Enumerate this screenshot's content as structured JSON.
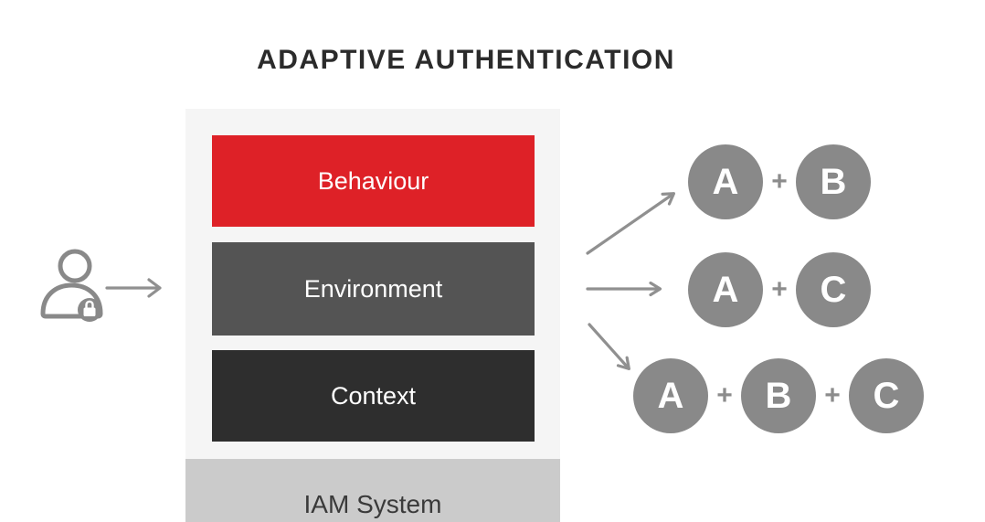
{
  "title": "ADAPTIVE AUTHENTICATION",
  "user": {
    "icon": "user-lock-icon"
  },
  "flow": {
    "plus_sign": "+"
  },
  "stack": {
    "layers": [
      {
        "id": "behaviour",
        "label": "Behaviour",
        "color": "#DE2127"
      },
      {
        "id": "environment",
        "label": "Environment",
        "color": "#545454"
      },
      {
        "id": "context",
        "label": "Context",
        "color": "#2E2E2E"
      }
    ],
    "base_label": "IAM System"
  },
  "combinations": [
    {
      "factors": [
        "A",
        "B"
      ]
    },
    {
      "factors": [
        "A",
        "C"
      ]
    },
    {
      "factors": [
        "A",
        "B",
        "C"
      ]
    }
  ],
  "colors": {
    "behaviour_red": "#DE2127",
    "environment_gray": "#545454",
    "context_dark": "#2E2E2E",
    "stack_background": "#F5F5F5",
    "iam_bar": "#CBCBCB",
    "factor_circle": "#898989",
    "arrow": "#909090",
    "title_text": "#2B2B2B",
    "iam_text": "#3A3A3A",
    "page_background": "#FFFFFF"
  }
}
